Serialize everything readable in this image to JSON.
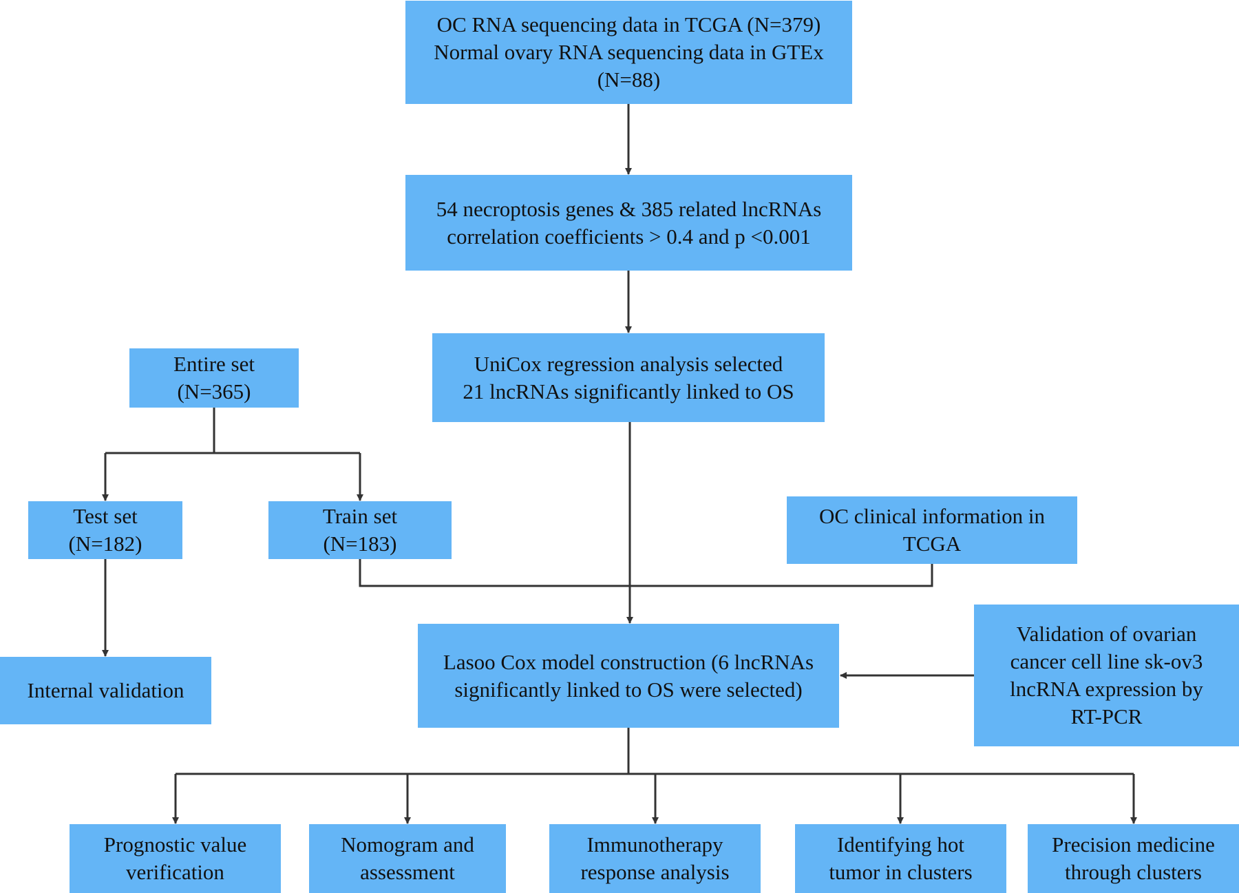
{
  "colors": {
    "box_fill": "#64b5f6",
    "line": "#333333",
    "text": "#111111"
  },
  "nodes": {
    "data_sources": {
      "text": "OC RNA sequencing data in TCGA (N=379)\nNormal ovary RNA sequencing data in GTEx\n(N=88)"
    },
    "gene_filter": {
      "text": "54 necroptosis genes & 385 related lncRNAs\ncorrelation coefficients > 0.4 and p <0.001"
    },
    "unicox": {
      "text": "UniCox regression analysis selected\n21 lncRNAs significantly linked to OS"
    },
    "entire_set": {
      "text": "Entire set\n(N=365)"
    },
    "test_set": {
      "text": "Test set\n(N=182)"
    },
    "train_set": {
      "text": "Train set\n(N=183)"
    },
    "clinical_info": {
      "text": "OC clinical information in\nTCGA"
    },
    "internal_validation": {
      "text": "Internal validation"
    },
    "lasso_cox": {
      "text": "Lasoo Cox model construction (6 lncRNAs\nsignificantly linked to OS were selected)"
    },
    "rtpcr_validation": {
      "text": "Validation of ovarian\ncancer cell line sk-ov3\nlncRNA expression by\nRT-PCR"
    },
    "prognostic": {
      "text": "Prognostic value\nverification"
    },
    "nomogram": {
      "text": "Nomogram and\nassessment"
    },
    "immunotherapy": {
      "text": "Immunotherapy\nresponse analysis"
    },
    "hot_tumor": {
      "text": "Identifying hot\ntumor in clusters"
    },
    "precision": {
      "text": "Precision medicine\nthrough clusters"
    }
  }
}
